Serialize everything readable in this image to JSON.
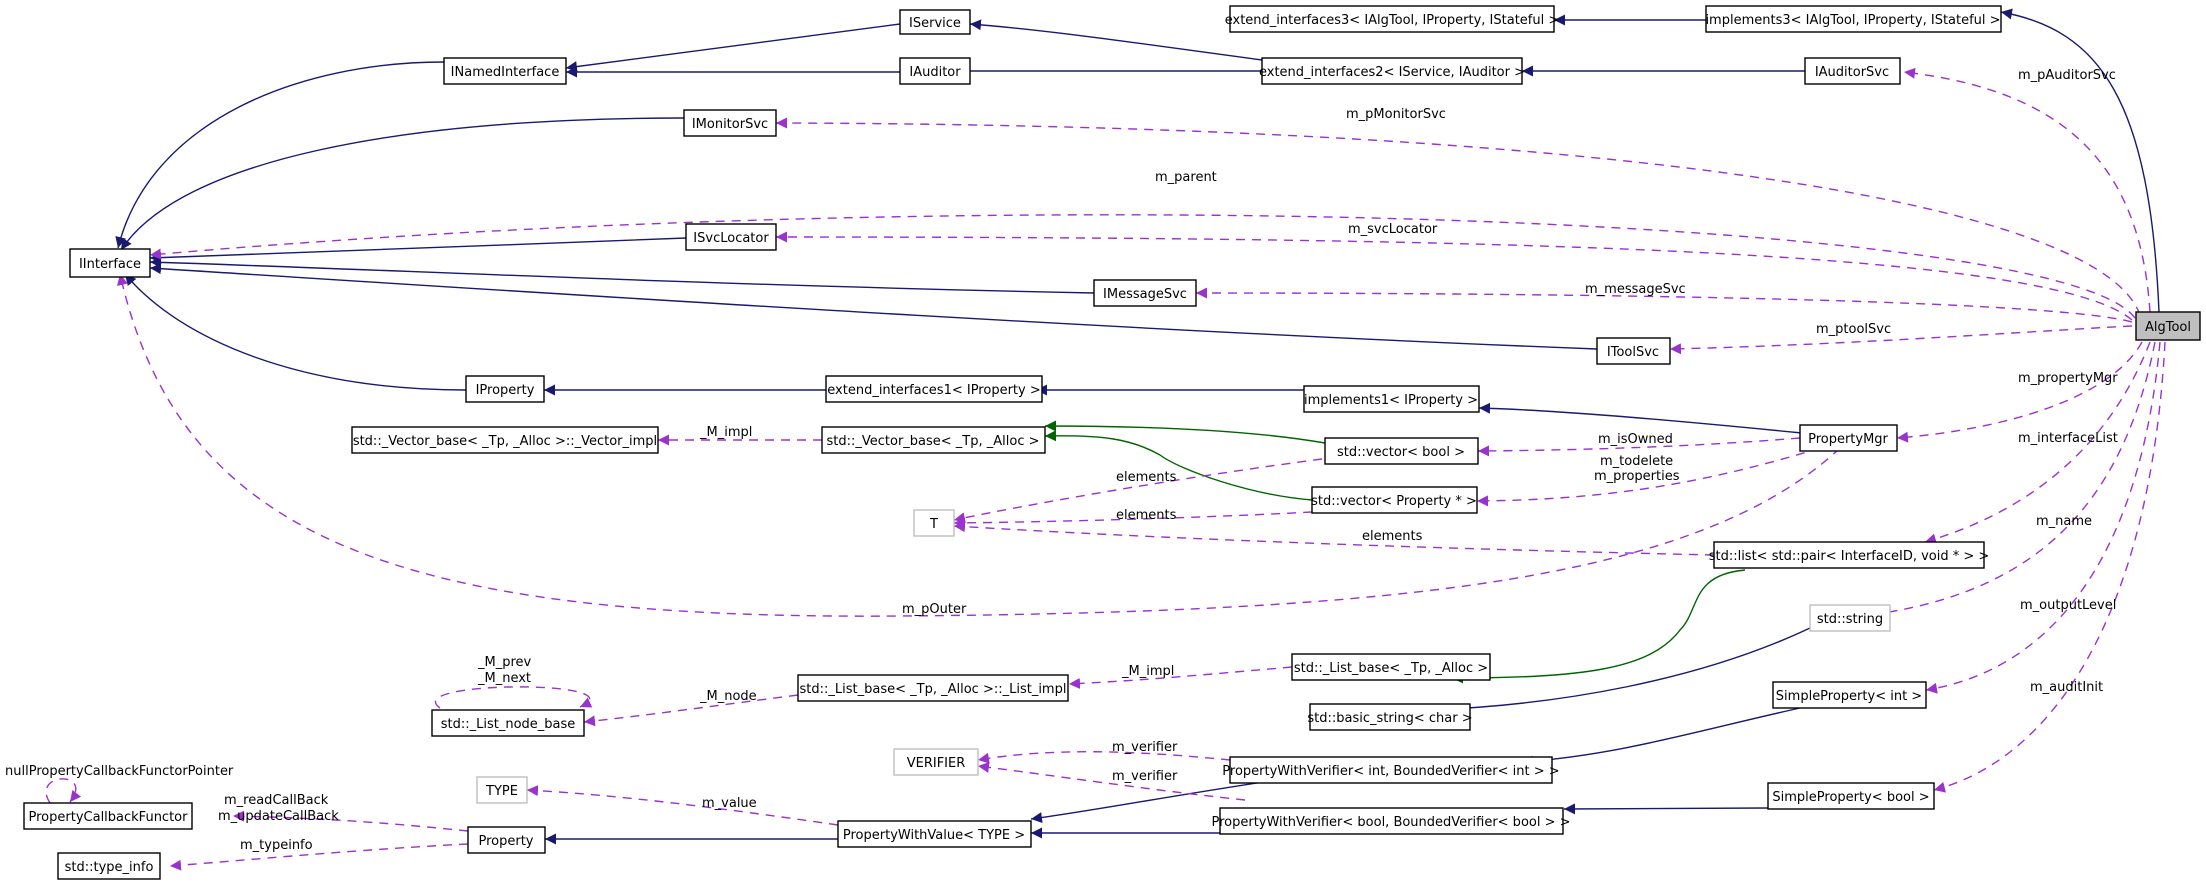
{
  "nodes": {
    "algtool": "AlgTool",
    "iservice": "IService",
    "inamedinterface": "INamedInterface",
    "iauditor": "IAuditor",
    "extend_interfaces3": "extend_interfaces3< IAlgTool, IProperty, IStateful >",
    "implements3": "implements3< IAlgTool, IProperty, IStateful >",
    "extend_interfaces2": "extend_interfaces2< IService, IAuditor >",
    "iauditorsvc": "IAuditorSvc",
    "imonitorsvc": "IMonitorSvc",
    "iinterface": "IInterface",
    "isvclocator": "ISvcLocator",
    "imessagesvc": "IMessageSvc",
    "itoolsvc": "IToolSvc",
    "iproperty": "IProperty",
    "extend_interfaces1": "extend_interfaces1< IProperty >",
    "implements1": "implements1< IProperty >",
    "vector_impl": "std::_Vector_base< _Tp, _Alloc >::_Vector_impl",
    "vector_base": "std::_Vector_base< _Tp, _Alloc >",
    "vector_bool": "std::vector< bool >",
    "vector_property": "std::vector< Property * >",
    "propertymgr": "PropertyMgr",
    "t": "T",
    "list_pair": "std::list< std::pair< InterfaceID, void * > >",
    "string": "std::string",
    "list_base": "std::_List_base< _Tp, _Alloc >",
    "list_impl": "std::_List_base< _Tp, _Alloc >::_List_impl",
    "list_node_base": "std::_List_node_base",
    "basic_string": "std::basic_string< char >",
    "simpleproperty_int": "SimpleProperty< int >",
    "verifier": "VERIFIER",
    "pwv_int": "PropertyWithVerifier< int, BoundedVerifier< int > >",
    "type": "TYPE",
    "propertycallbackfunctor": "PropertyCallbackFunctor",
    "property": "Property",
    "propertywithvalue": "PropertyWithValue< TYPE >",
    "pwv_bool": "PropertyWithVerifier< bool, BoundedVerifier< bool > >",
    "simpleproperty_bool": "SimpleProperty< bool >",
    "type_info": "std::type_info"
  },
  "edge_labels": {
    "m_pauditorsvc": "m_pAuditorSvc",
    "m_pmonitorsvc": "m_pMonitorSvc",
    "m_parent": "m_parent",
    "m_svclocator": "m_svcLocator",
    "m_messagesvc": "m_messageSvc",
    "m_ptoolsvc": "m_ptoolSvc",
    "m_propertymgr": "m_propertyMgr",
    "m_interfacelist": "m_interfaceList",
    "m_name": "m_name",
    "m_outputlevel": "m_outputLevel",
    "m_auditinit": "m_auditInit",
    "m_impl_vector": "_M_impl",
    "m_isowned": "m_isOwned",
    "elements_bool": "elements",
    "m_todelete": "m_todelete",
    "m_properties": "m_properties",
    "elements_prop": "elements",
    "elements_list": "elements",
    "m_pouter": "m_pOuter",
    "m_prev": "_M_prev",
    "m_next": "_M_next",
    "m_node": "_M_node",
    "m_impl_list": "_M_impl",
    "m_verifier_int": "m_verifier",
    "m_verifier_bool": "m_verifier",
    "m_value": "m_value",
    "null_callback": "nullPropertyCallbackFunctorPointer",
    "m_readcallback": "m_readCallBack",
    "m_updatecallback": "m_updateCallBack",
    "m_typeinfo": "m_typeinfo"
  },
  "colors": {
    "inheritance": "#191970",
    "template_instantiation": "#006400",
    "usage": "#9a32cd",
    "selected_node_fill": "#bfbfbf",
    "undocumented_border": "#bfbfbf"
  }
}
